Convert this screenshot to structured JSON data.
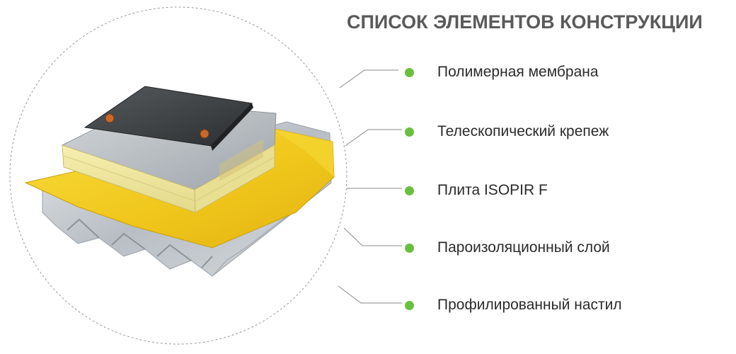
{
  "title": "СПИСОК ЭЛЕМЕНТОВ КОНСТРУКЦИИ",
  "accent_color": "#6bbf3f",
  "layers": [
    {
      "label": "Полимерная мембрана",
      "color": "#3b3d3f"
    },
    {
      "label": "Телескопический крепеж",
      "color": "#c76a2a"
    },
    {
      "label": "Плита ISOPIR F",
      "color": "#efe6a0"
    },
    {
      "label": "Пароизоляционный слой",
      "color": "#f2cc1f"
    },
    {
      "label": "Профилированный настил",
      "color": "#c9ced3"
    }
  ]
}
